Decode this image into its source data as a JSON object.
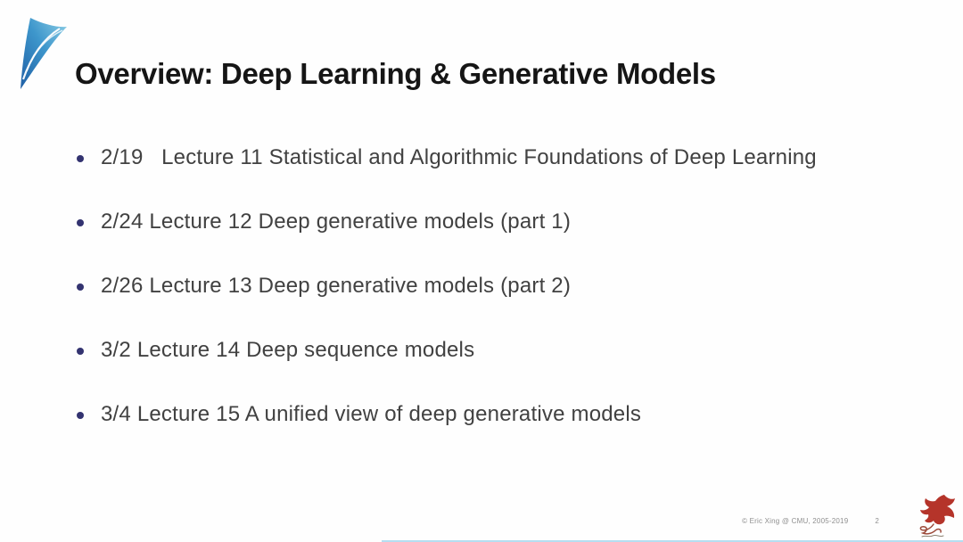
{
  "slide": {
    "title": "Overview: Deep Learning & Generative Models",
    "bullets": [
      {
        "text": "2/19   Lecture 11 Statistical and Algorithmic Foundations of Deep Learning"
      },
      {
        "text": "2/24 Lecture 12 Deep generative models (part 1)"
      },
      {
        "text": "2/26 Lecture 13 Deep generative models (part 2)"
      },
      {
        "text": "3/2 Lecture 14 Deep sequence models"
      },
      {
        "text": "3/4 Lecture 15 A unified view of deep generative models"
      }
    ],
    "footer": {
      "copyright": "© Eric Xing @ CMU, 2005-2019",
      "page": "2"
    },
    "icons": {
      "top_left": "blue-sail-logo",
      "bottom_right": "red-dragon-logo"
    },
    "colors": {
      "title_text": "#151515",
      "body_text": "#414141",
      "bullet_dot": "#333370",
      "sail_blue_light": "#7cc6e0",
      "sail_blue_dark": "#1f6fb0",
      "dragon_red": "#b5342a"
    }
  }
}
